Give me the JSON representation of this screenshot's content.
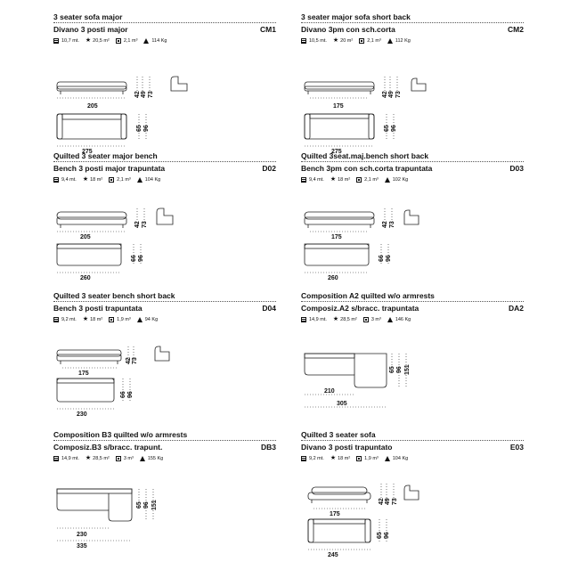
{
  "cards": [
    {
      "en_title": "3 seater sofa major",
      "it_title": "Divano 3 posti major",
      "code": "CM1",
      "specs": {
        "fabric": "10,7 mt.",
        "leather": "20,5 m²",
        "volume": "2,1 m³",
        "weight": "114 Kg"
      },
      "dims": {
        "seat_width": "205",
        "total_width": "275",
        "seat_height": "42",
        "arm_height": "49",
        "back_height": "73",
        "seat_depth": "65",
        "total_depth": "96"
      }
    },
    {
      "en_title": "3 seater major sofa short back",
      "it_title": "Divano 3pm con sch.corta",
      "code": "CM2",
      "specs": {
        "fabric": "10,5 mt.",
        "leather": "20 m²",
        "volume": "2,1 m³",
        "weight": "112 Kg"
      },
      "dims": {
        "seat_width": "175",
        "total_width": "275",
        "seat_height": "42",
        "arm_height": "49",
        "back_height": "73",
        "seat_depth": "65",
        "total_depth": "96"
      }
    },
    {
      "en_title": "Quilted 3 seater major bench",
      "it_title": "Bench 3 posti major trapuntata",
      "code": "D02",
      "specs": {
        "fabric": "9,4 mt.",
        "leather": "18 m²",
        "volume": "2,1 m³",
        "weight": "104 Kg"
      },
      "dims": {
        "seat_width": "205",
        "total_width": "260",
        "seat_height": "42",
        "back_height": "73",
        "seat_depth": "66",
        "total_depth": "96"
      }
    },
    {
      "en_title": "Quilted 3seat.maj.bench short back",
      "it_title": "Bench 3pm con sch.corta trapuntata",
      "code": "D03",
      "specs": {
        "fabric": "9,4 mt.",
        "leather": "18 m²",
        "volume": "2,1 m³",
        "weight": "102 Kg"
      },
      "dims": {
        "seat_width": "175",
        "total_width": "260",
        "seat_height": "42",
        "back_height": "73",
        "seat_depth": "66",
        "total_depth": "96"
      }
    },
    {
      "en_title": "Quilted 3 seater bench short back",
      "it_title": "Bench 3 posti trapuntata",
      "code": "D04",
      "specs": {
        "fabric": "9,2 mt.",
        "leather": "18 m²",
        "volume": "1,9 m³",
        "weight": "94 Kg"
      },
      "dims": {
        "seat_width": "175",
        "total_width": "230",
        "seat_height": "42",
        "back_height": "73",
        "seat_depth": "66",
        "total_depth": "96"
      }
    },
    {
      "en_title": "Composition A2 quilted w/o armrests",
      "it_title": "Composiz.A2 s/bracc. trapuntata",
      "code": "DA2",
      "specs": {
        "fabric": "14,9 mt.",
        "leather": "28,5 m²",
        "volume": "3 m³",
        "weight": "146 Kg"
      },
      "dims": {
        "seat_width": "210",
        "total_width": "305",
        "seat_depth": "65",
        "back_depth": "96",
        "total_depth": "151"
      }
    },
    {
      "en_title": "Composition B3 quilted w/o armrests",
      "it_title": "Composiz.B3 s/bracc. trapunt.",
      "code": "DB3",
      "specs": {
        "fabric": "14,9 mt.",
        "leather": "28,5 m²",
        "volume": "3 m³",
        "weight": "155 Kg"
      },
      "dims": {
        "seat_width": "230",
        "total_width": "335",
        "seat_depth": "65",
        "back_depth": "96",
        "total_depth": "151"
      }
    },
    {
      "en_title": "Quilted 3 seater sofa",
      "it_title": "Divano 3 posti trapuntato",
      "code": "E03",
      "specs": {
        "fabric": "9,2 mt.",
        "leather": "18 m²",
        "volume": "1,9 m³",
        "weight": "104 Kg"
      },
      "dims": {
        "seat_width": "175",
        "total_width": "245",
        "seat_height": "42",
        "arm_height": "49",
        "back_height": "73",
        "seat_depth": "65",
        "total_depth": "96"
      }
    }
  ]
}
